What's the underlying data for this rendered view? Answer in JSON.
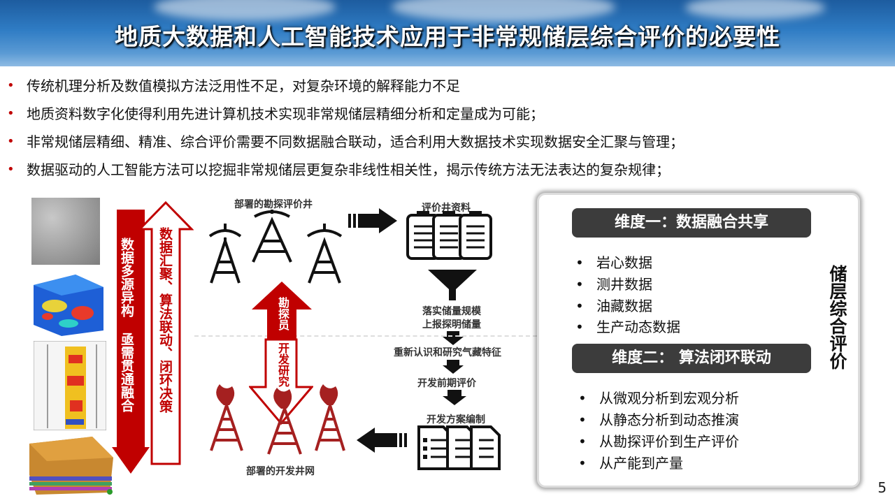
{
  "title": "地质大数据和人工智能技术应用于非常规储层综合评价的必要性",
  "bullets": [
    "传统机理分析及数值模拟方法泛用性不足，对复杂环境的解释能力不足",
    "地质资料数字化使得利用先进计算机技术实现非常规储层精细分析和定量成为可能；",
    "非常规储层精细、精准、综合评价需要不同数据融合联动，适合利用大数据技术实现数据安全汇聚与管理；",
    "数据驱动的人工智能方法可以挖掘非常规储层更复杂非线性相关性，揭示传统方法无法表达的复杂规律；"
  ],
  "bullet_marker": "•",
  "left_arrows": {
    "down_text": "数据多源异构 亟需贯通融合",
    "up_text": "数据汇聚、算法联动、闭环决策"
  },
  "center_arrows": {
    "up_text": "勘探员",
    "down_text": "开发研究"
  },
  "flow": {
    "explore_wells": "部署的勘探评价井",
    "well_data": "评价井资料",
    "step1_line1": "落实储量规模",
    "step1_line2": "上报探明储量",
    "step2": "重新认识和研究气藏特征",
    "step3": "开发前期评价",
    "step4": "开发方案编制",
    "dev_wells": "部署的开发井网"
  },
  "panel": {
    "side_title": "储层综合评价",
    "dim1_title": "维度一：数据融合共享",
    "dim1_items": [
      "岩心数据",
      "测井数据",
      "油藏数据",
      "生产动态数据"
    ],
    "dim2_title": "维度二： 算法闭环联动",
    "dim2_items": [
      "从微观分析到宏观分析",
      "从静态分析到动态推演",
      "从勘探评价到生产评价",
      "从产能到产量"
    ],
    "bullet_marker": "•"
  },
  "page_number": "5",
  "colors": {
    "accent_red": "#c00000",
    "dim_bar": "#3c3c3c",
    "banner_blue": "#2f7cc4"
  }
}
